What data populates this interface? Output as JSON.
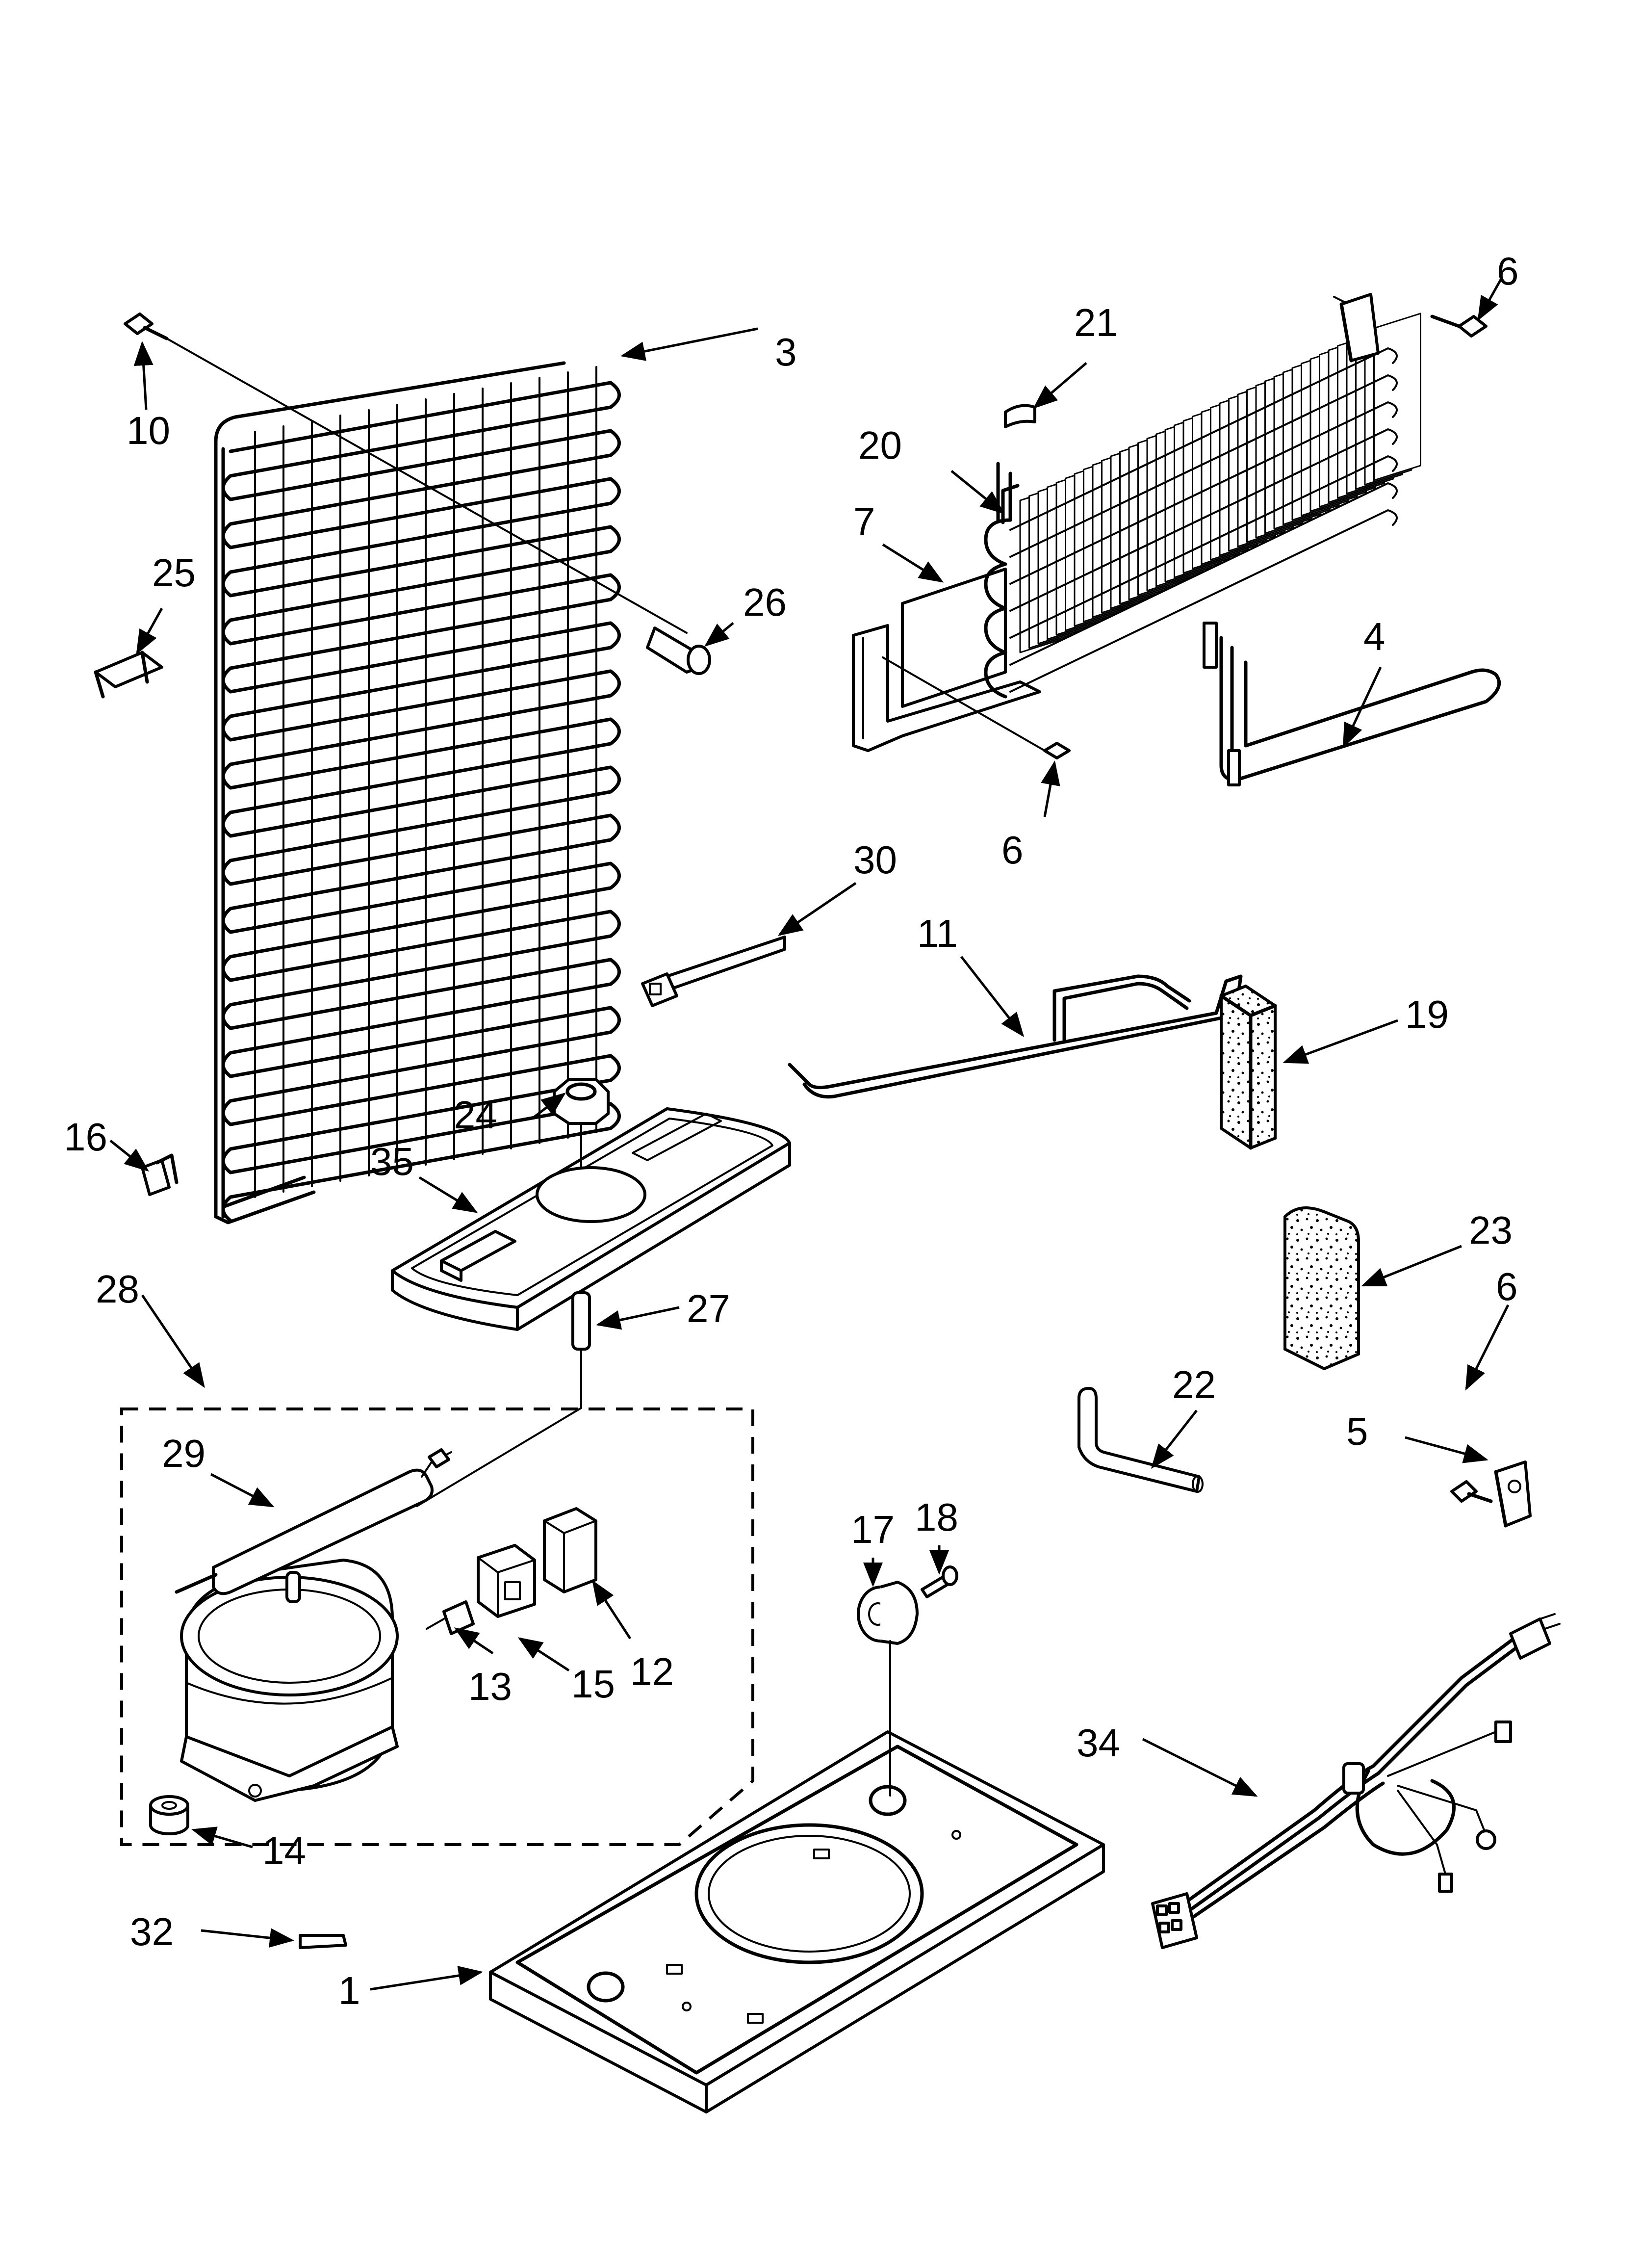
{
  "diagram": {
    "labels": {
      "p1": "1",
      "p3": "3",
      "p4": "4",
      "p5": "5",
      "p6a": "6",
      "p6b": "6",
      "p6c": "6",
      "p7": "7",
      "p10": "10",
      "p11": "11",
      "p12": "12",
      "p13": "13",
      "p14": "14",
      "p15": "15",
      "p16": "16",
      "p17": "17",
      "p18": "18",
      "p19": "19",
      "p20": "20",
      "p21": "21",
      "p22": "22",
      "p23": "23",
      "p24": "24",
      "p25": "25",
      "p26": "26",
      "p27": "27",
      "p28": "28",
      "p29": "29",
      "p30": "30",
      "p32": "32",
      "p34": "34",
      "p35": "35"
    }
  }
}
